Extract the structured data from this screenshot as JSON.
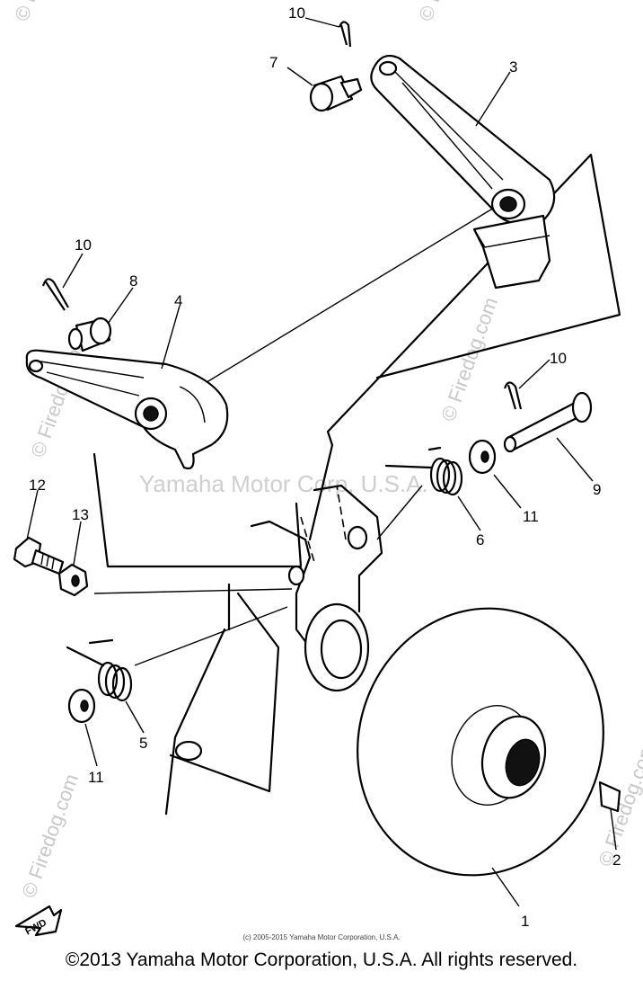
{
  "watermarks": {
    "center": "Yamaha Motor Corp, U.S.A.",
    "firedog": "© Firedog.com"
  },
  "callouts": {
    "c1": "1",
    "c2": "2",
    "c3": "3",
    "c4": "4",
    "c5": "5",
    "c6": "6",
    "c7": "7",
    "c8": "8",
    "c9": "9",
    "c10a": "10",
    "c10b": "10",
    "c10c": "10",
    "c11a": "11",
    "c11b": "11",
    "c12": "12",
    "c13": "13"
  },
  "fwd_label": "FWD",
  "footer": {
    "subcopy": "(c) 2005-2015 Yamaha Motor Corporation, U.S.A.",
    "copyright": "©2013 Yamaha Motor Corporation, U.S.A. All rights reserved."
  }
}
